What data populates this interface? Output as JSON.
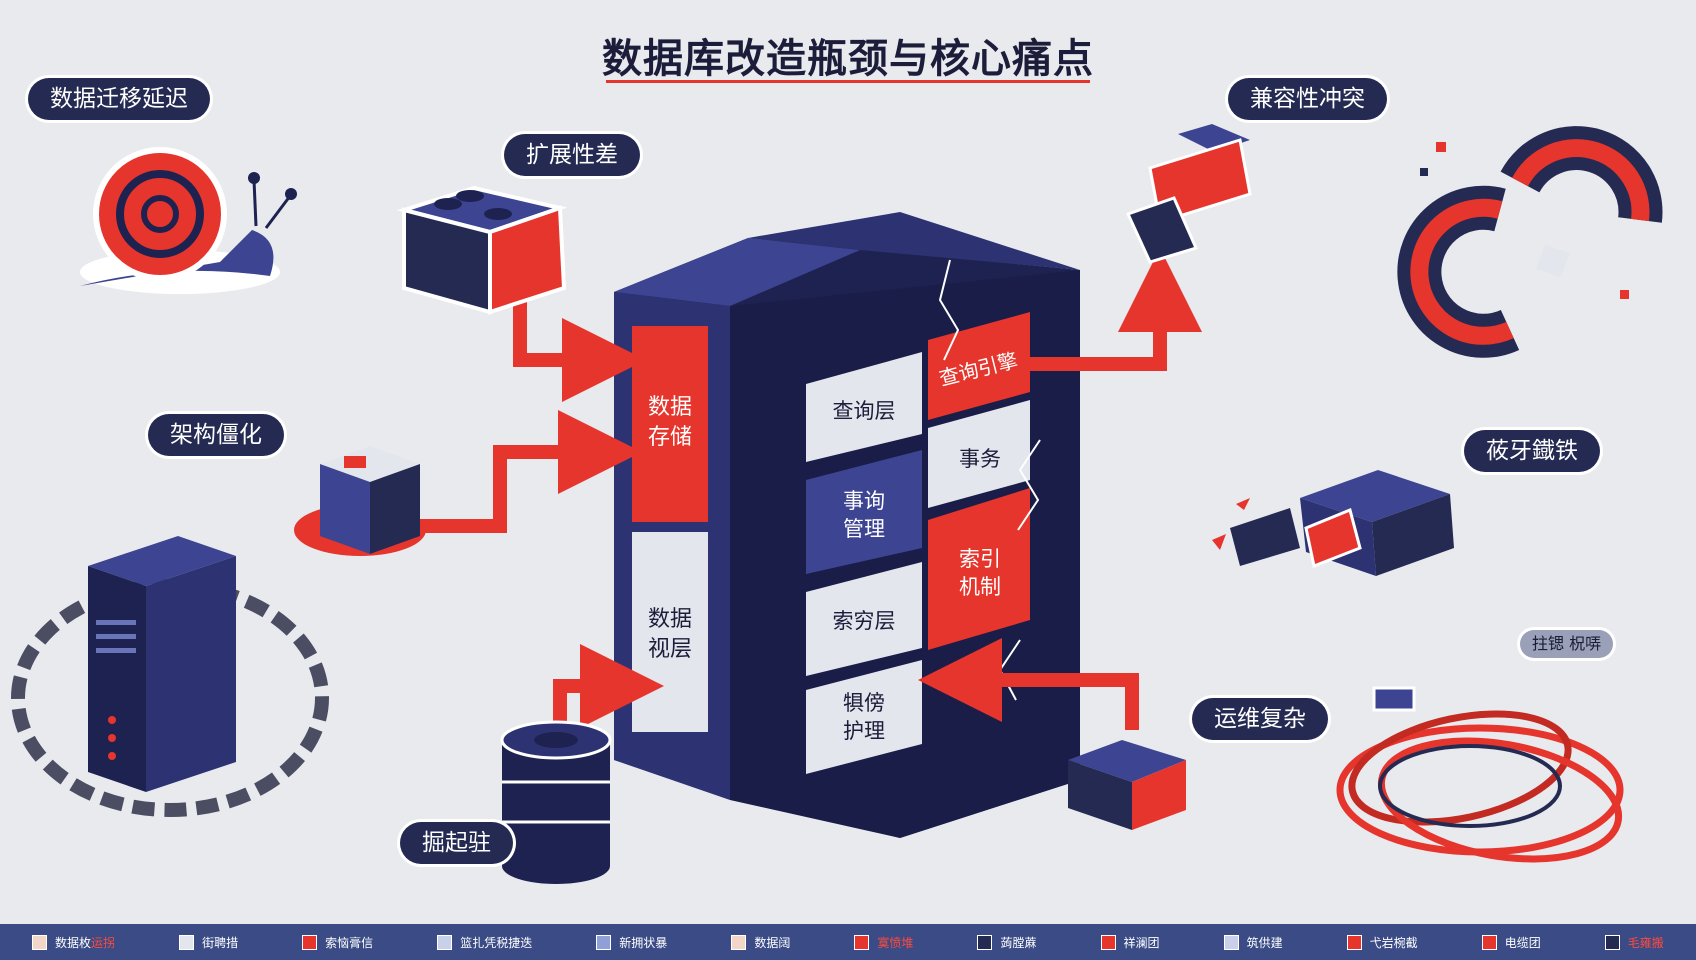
{
  "title": "数据库改造瓶颈与核心痛点",
  "colors": {
    "navy": "#252a52",
    "navy_light": "#3d4592",
    "red": "#e5352c",
    "white_block": "#e4e6ee",
    "background": "#e9eaee",
    "legend_bar": "#3a4b86"
  },
  "pain_points": {
    "migration_delay": "数据迁移延迟",
    "scalability": "扩展性差",
    "rigid_architecture": "架构僵化",
    "compatibility": "兼容性冲突",
    "unclear_right": "莜牙鐡铁",
    "ops_complexity": "运维复杂",
    "storage_bottom": "掘起驻",
    "cable_label": "拄锶 柷哢"
  },
  "database_blocks": {
    "data_storage": [
      "数据",
      "存储"
    ],
    "data_layer": [
      "数据",
      "视层"
    ],
    "query_layer": "查询层",
    "query_engine": "查询引擎",
    "transaction_mgmt": [
      "事询",
      "管理"
    ],
    "transaction": "事务",
    "index_layer": "索穷层",
    "index_mechanism": [
      "索引",
      "机制"
    ],
    "backup_protect": [
      "犋傍",
      "护理"
    ]
  },
  "icons": {
    "snail": "snail-icon",
    "lego": "lego-brick-icon",
    "cube": "cube-icon",
    "server_chain": "chained-server-icon",
    "puzzle_top": "puzzle-top-icon",
    "magnet": "broken-magnet-icon",
    "puzzle_right": "puzzle-right-icon",
    "puzzle_bottom": "puzzle-bottom-icon",
    "cables": "tangled-cable-icon",
    "disk_stack": "disk-stack-icon"
  },
  "legend": [
    {
      "label": "数据枚",
      "accent": "运拐",
      "swatch": "#f2d6c8"
    },
    {
      "label": "街聘措",
      "accent": "",
      "swatch": "#e4e6ee"
    },
    {
      "label": "索恼膏信",
      "accent": "",
      "swatch": "#e5352c"
    },
    {
      "label": "篮扎凭税捷迭",
      "accent": "",
      "swatch": "#c9d0ea"
    },
    {
      "label": "新拥状暴",
      "accent": "",
      "swatch": "#8fa0d8"
    },
    {
      "label": "数据阔",
      "accent": "",
      "swatch": "#f2d6c8"
    },
    {
      "label": "",
      "accent": "寞愤堆",
      "swatch": "#e5352c"
    },
    {
      "label": "蒟膛蔴",
      "accent": "",
      "swatch": "#252a52"
    },
    {
      "label": "祥澜团",
      "accent": "",
      "swatch": "#e5352c"
    },
    {
      "label": "筑供建",
      "accent": "",
      "swatch": "#c9d0ea"
    },
    {
      "label": "弋岩椀截",
      "accent": "",
      "swatch": "#e5352c"
    },
    {
      "label": "电缆团",
      "accent": "",
      "swatch": "#e5352c"
    },
    {
      "label": "",
      "accent": "毛雍搬",
      "swatch": "#252a52"
    }
  ]
}
